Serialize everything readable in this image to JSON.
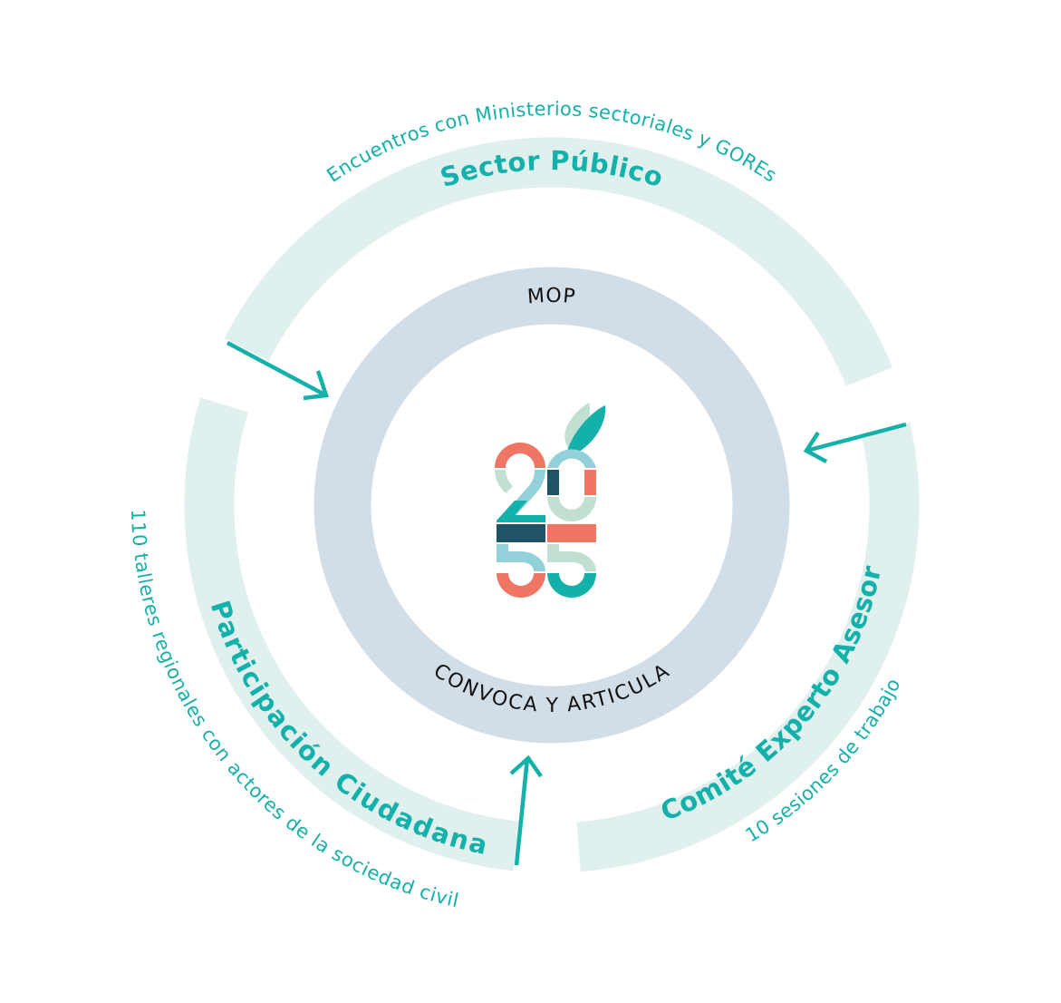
{
  "colors": {
    "teal": "#14b1aa",
    "outer_ring": "#dff0ee",
    "inner_ring": "#d2dee7",
    "text_dark": "#111111",
    "logo_coral": "#ef7565",
    "logo_mint": "#c2e0d1",
    "logo_sky": "#92d1d9",
    "logo_navy": "#1f5468",
    "logo_teal": "#14b1aa"
  },
  "center": {
    "top_label": "MOP",
    "bottom_label": "CONVOCA Y ARTICULA",
    "logo": {
      "name": "2055-logo",
      "text": "2055"
    }
  },
  "segments": [
    {
      "id": "sector-publico",
      "title": "Sector Público",
      "subtitle": "Encuentros con Ministerios sectoriales y GOREs"
    },
    {
      "id": "comite-experto",
      "title": "Comité Experto Asesor",
      "subtitle": "10 sesiones de trabajo"
    },
    {
      "id": "participacion-ciudadana",
      "title": "Participación Ciudadana",
      "subtitle": "110 talleres regionales con actores de la sociedad civil"
    }
  ],
  "arrows": [
    {
      "from": "sector-publico",
      "to": "center",
      "icon": "arrow-inward"
    },
    {
      "from": "comite-experto",
      "to": "center",
      "icon": "arrow-inward"
    },
    {
      "from": "participacion-ciudadana",
      "to": "center",
      "icon": "arrow-inward"
    }
  ]
}
